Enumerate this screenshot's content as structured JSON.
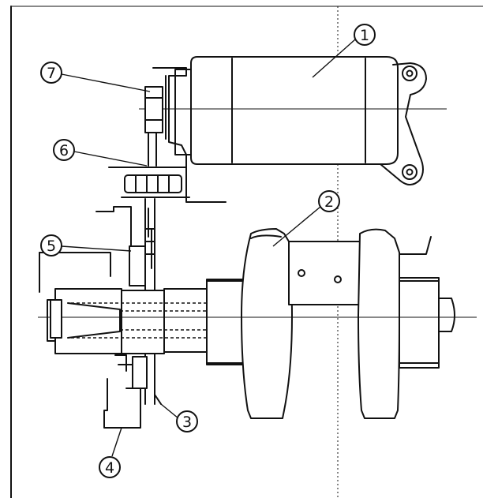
{
  "callouts": [
    {
      "id": "1",
      "label": "1",
      "part": "starter-motor"
    },
    {
      "id": "2",
      "label": "2",
      "part": "crankshaft"
    },
    {
      "id": "3",
      "label": "3",
      "part": "starter-wheel-gear"
    },
    {
      "id": "4",
      "label": "4",
      "part": "housing"
    },
    {
      "id": "5",
      "label": "5",
      "part": "starter-clutch"
    },
    {
      "id": "6",
      "label": "6",
      "part": "idle-gear"
    },
    {
      "id": "7",
      "label": "7",
      "part": "starter-pinion"
    }
  ],
  "colors": {
    "ink": "#111111",
    "paper": "#ffffff"
  }
}
